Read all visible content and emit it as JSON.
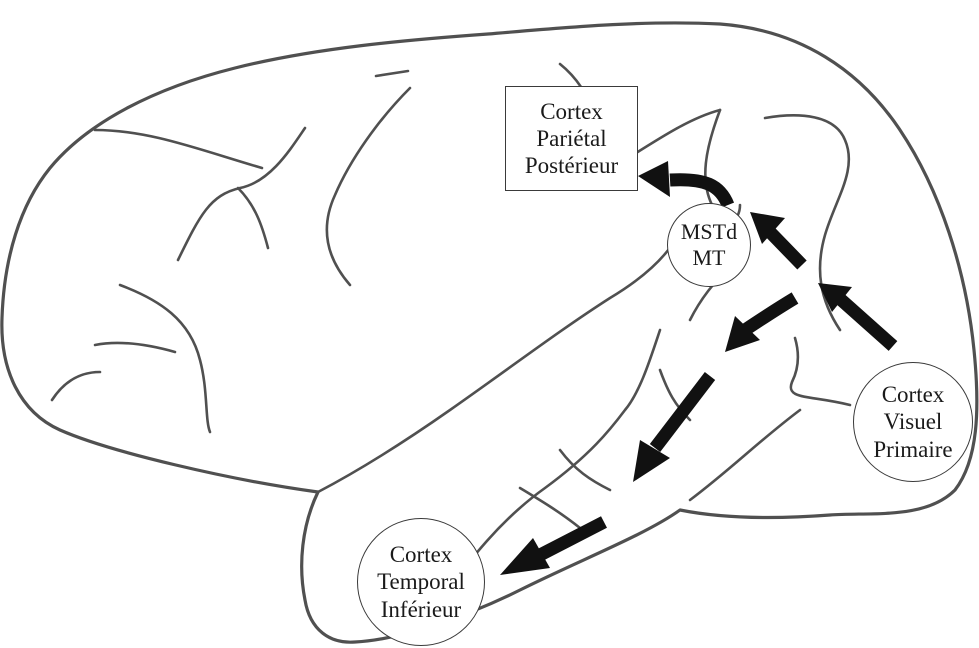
{
  "diagram": {
    "nodes": {
      "posterior_parietal": {
        "lines": [
          "Cortex",
          "Pariétal",
          "Postérieur"
        ],
        "shape": "rectangle"
      },
      "mstd_mt": {
        "lines": [
          "MSTd",
          "MT"
        ],
        "shape": "circle"
      },
      "primary_visual": {
        "lines": [
          "Cortex",
          "Visuel",
          "Primaire"
        ],
        "shape": "circle"
      },
      "inferior_temporal": {
        "lines": [
          "Cortex",
          "Temporal",
          "Inférieur"
        ],
        "shape": "circle"
      }
    },
    "connections": [
      {
        "from": "primary_visual",
        "to": "mstd_mt"
      },
      {
        "from": "mstd_mt",
        "to": "posterior_parietal"
      },
      {
        "from": "primary_visual",
        "to": "inferior_temporal"
      }
    ],
    "colors": {
      "outline": "#505050",
      "arrow": "#111111",
      "background": "#ffffff"
    }
  }
}
